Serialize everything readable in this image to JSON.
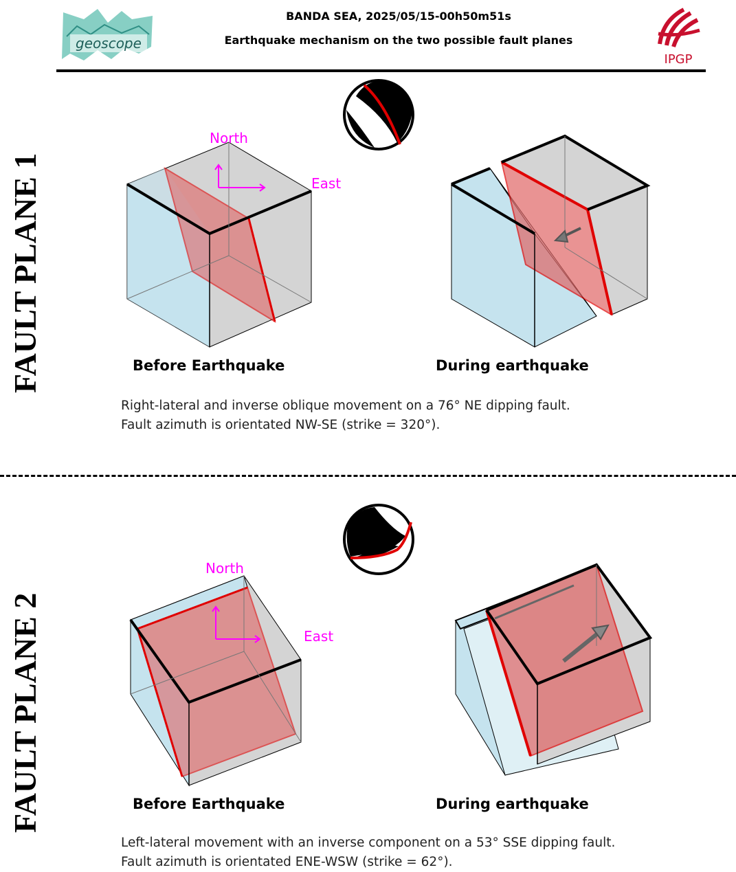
{
  "header": {
    "title": "BANDA SEA, 2025/05/15-00h50m51s",
    "subtitle": "Earthquake mechanism on the two possible fault planes",
    "left_logo_text": "geoscope",
    "right_logo_text": "IPGP"
  },
  "planes": [
    {
      "label": "FAULT PLANE 1",
      "north_label": "North",
      "east_label": "East",
      "before_caption": "Before Earthquake",
      "during_caption": "During earthquake",
      "description_line1": "Right-lateral and inverse oblique movement on a 76° NE dipping fault.",
      "description_line2": "Fault azimuth is orientated NW-SE (strike = 320°)."
    },
    {
      "label": "FAULT PLANE 2",
      "north_label": "North",
      "east_label": "East",
      "before_caption": "Before Earthquake",
      "during_caption": "During earthquake",
      "description_line1": "Left-lateral movement with an inverse component on a 53° SSE dipping fault.",
      "description_line2": "Fault azimuth is orientated ENE-WSW (strike = 62°)."
    }
  ],
  "colors": {
    "block_blue": "#c5e3ee",
    "block_gray": "#d4d4d4",
    "fault_red": "#e06666",
    "fault_edge": "#e00000",
    "axis_magenta": "#ff00ff",
    "logo_teal": "#5fbfb0",
    "logo_red": "#c8102e"
  }
}
